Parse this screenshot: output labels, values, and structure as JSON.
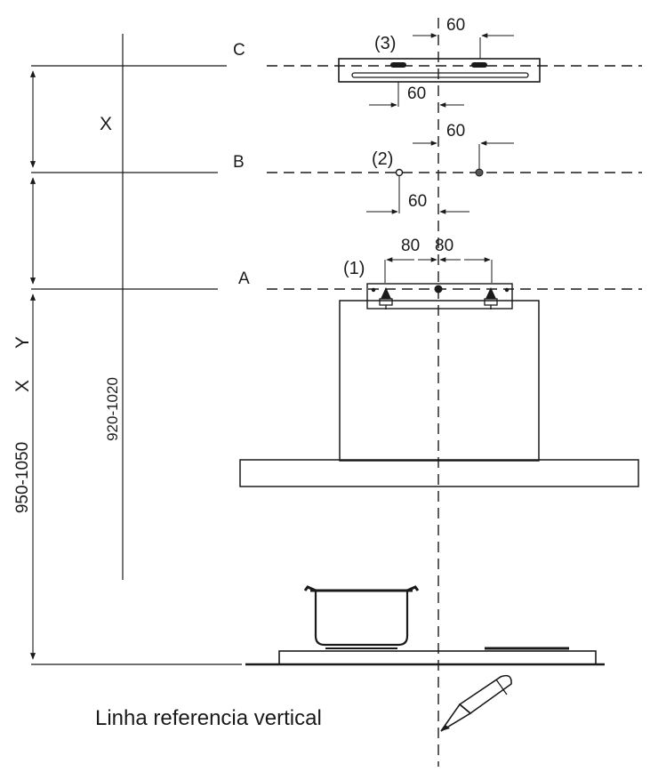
{
  "lines": {
    "c": "C",
    "b": "B",
    "a": "A"
  },
  "callouts": {
    "n1": "(1)",
    "n2": "(2)",
    "n3": "(3)"
  },
  "dimensions": {
    "c_top": "60",
    "c_bottom": "60",
    "b_top": "60",
    "b_bottom": "60",
    "a_left": "80",
    "a_right": "80",
    "x_upper": "X",
    "x_lower": "X",
    "y": "Y",
    "range_inner": "920-1020",
    "range_outer": "950-1050"
  },
  "caption": "Linha referencia vertical",
  "colors": {
    "ink": "#1a1a1a",
    "paper": "#ffffff"
  }
}
